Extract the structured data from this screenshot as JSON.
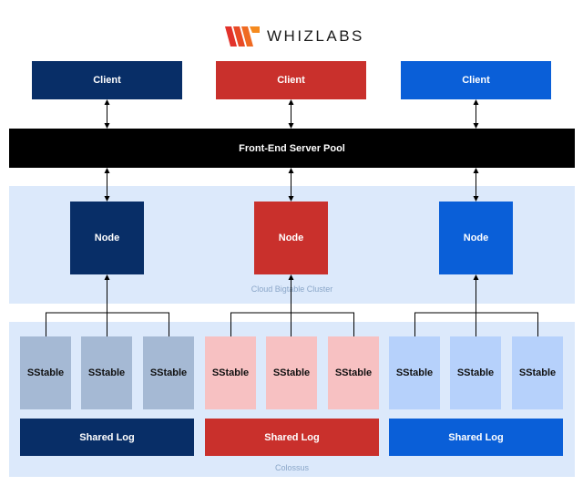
{
  "logo": {
    "text": "WHIZLABS",
    "accent_colors": [
      "#e2322b",
      "#f58a1f"
    ]
  },
  "colors": {
    "navy": "#082e67",
    "red": "#c9302c",
    "blue": "#0a5fd8",
    "black": "#000000",
    "zone": "#dce9fb",
    "sstable_navy": "#a5b9d4",
    "sstable_red": "#f7c1c2",
    "sstable_blue": "#b6d1fb"
  },
  "clients": [
    {
      "label": "Client",
      "color": "navy"
    },
    {
      "label": "Client",
      "color": "red"
    },
    {
      "label": "Client",
      "color": "blue"
    }
  ],
  "server_pool": {
    "label": "Front-End Server Pool"
  },
  "cluster": {
    "label": "Cloud Bigtable Cluster",
    "nodes": [
      {
        "label": "Node",
        "color": "navy"
      },
      {
        "label": "Node",
        "color": "red"
      },
      {
        "label": "Node",
        "color": "blue"
      }
    ]
  },
  "colossus": {
    "label": "Colossus",
    "groups": [
      {
        "sstables": [
          "SStable",
          "SStable",
          "SStable"
        ],
        "shared_log": "Shared Log",
        "color": "navy"
      },
      {
        "sstables": [
          "SStable",
          "SStable",
          "SStable"
        ],
        "shared_log": "Shared Log",
        "color": "red"
      },
      {
        "sstables": [
          "SStable",
          "SStable",
          "SStable"
        ],
        "shared_log": "Shared Log",
        "color": "blue"
      }
    ]
  }
}
